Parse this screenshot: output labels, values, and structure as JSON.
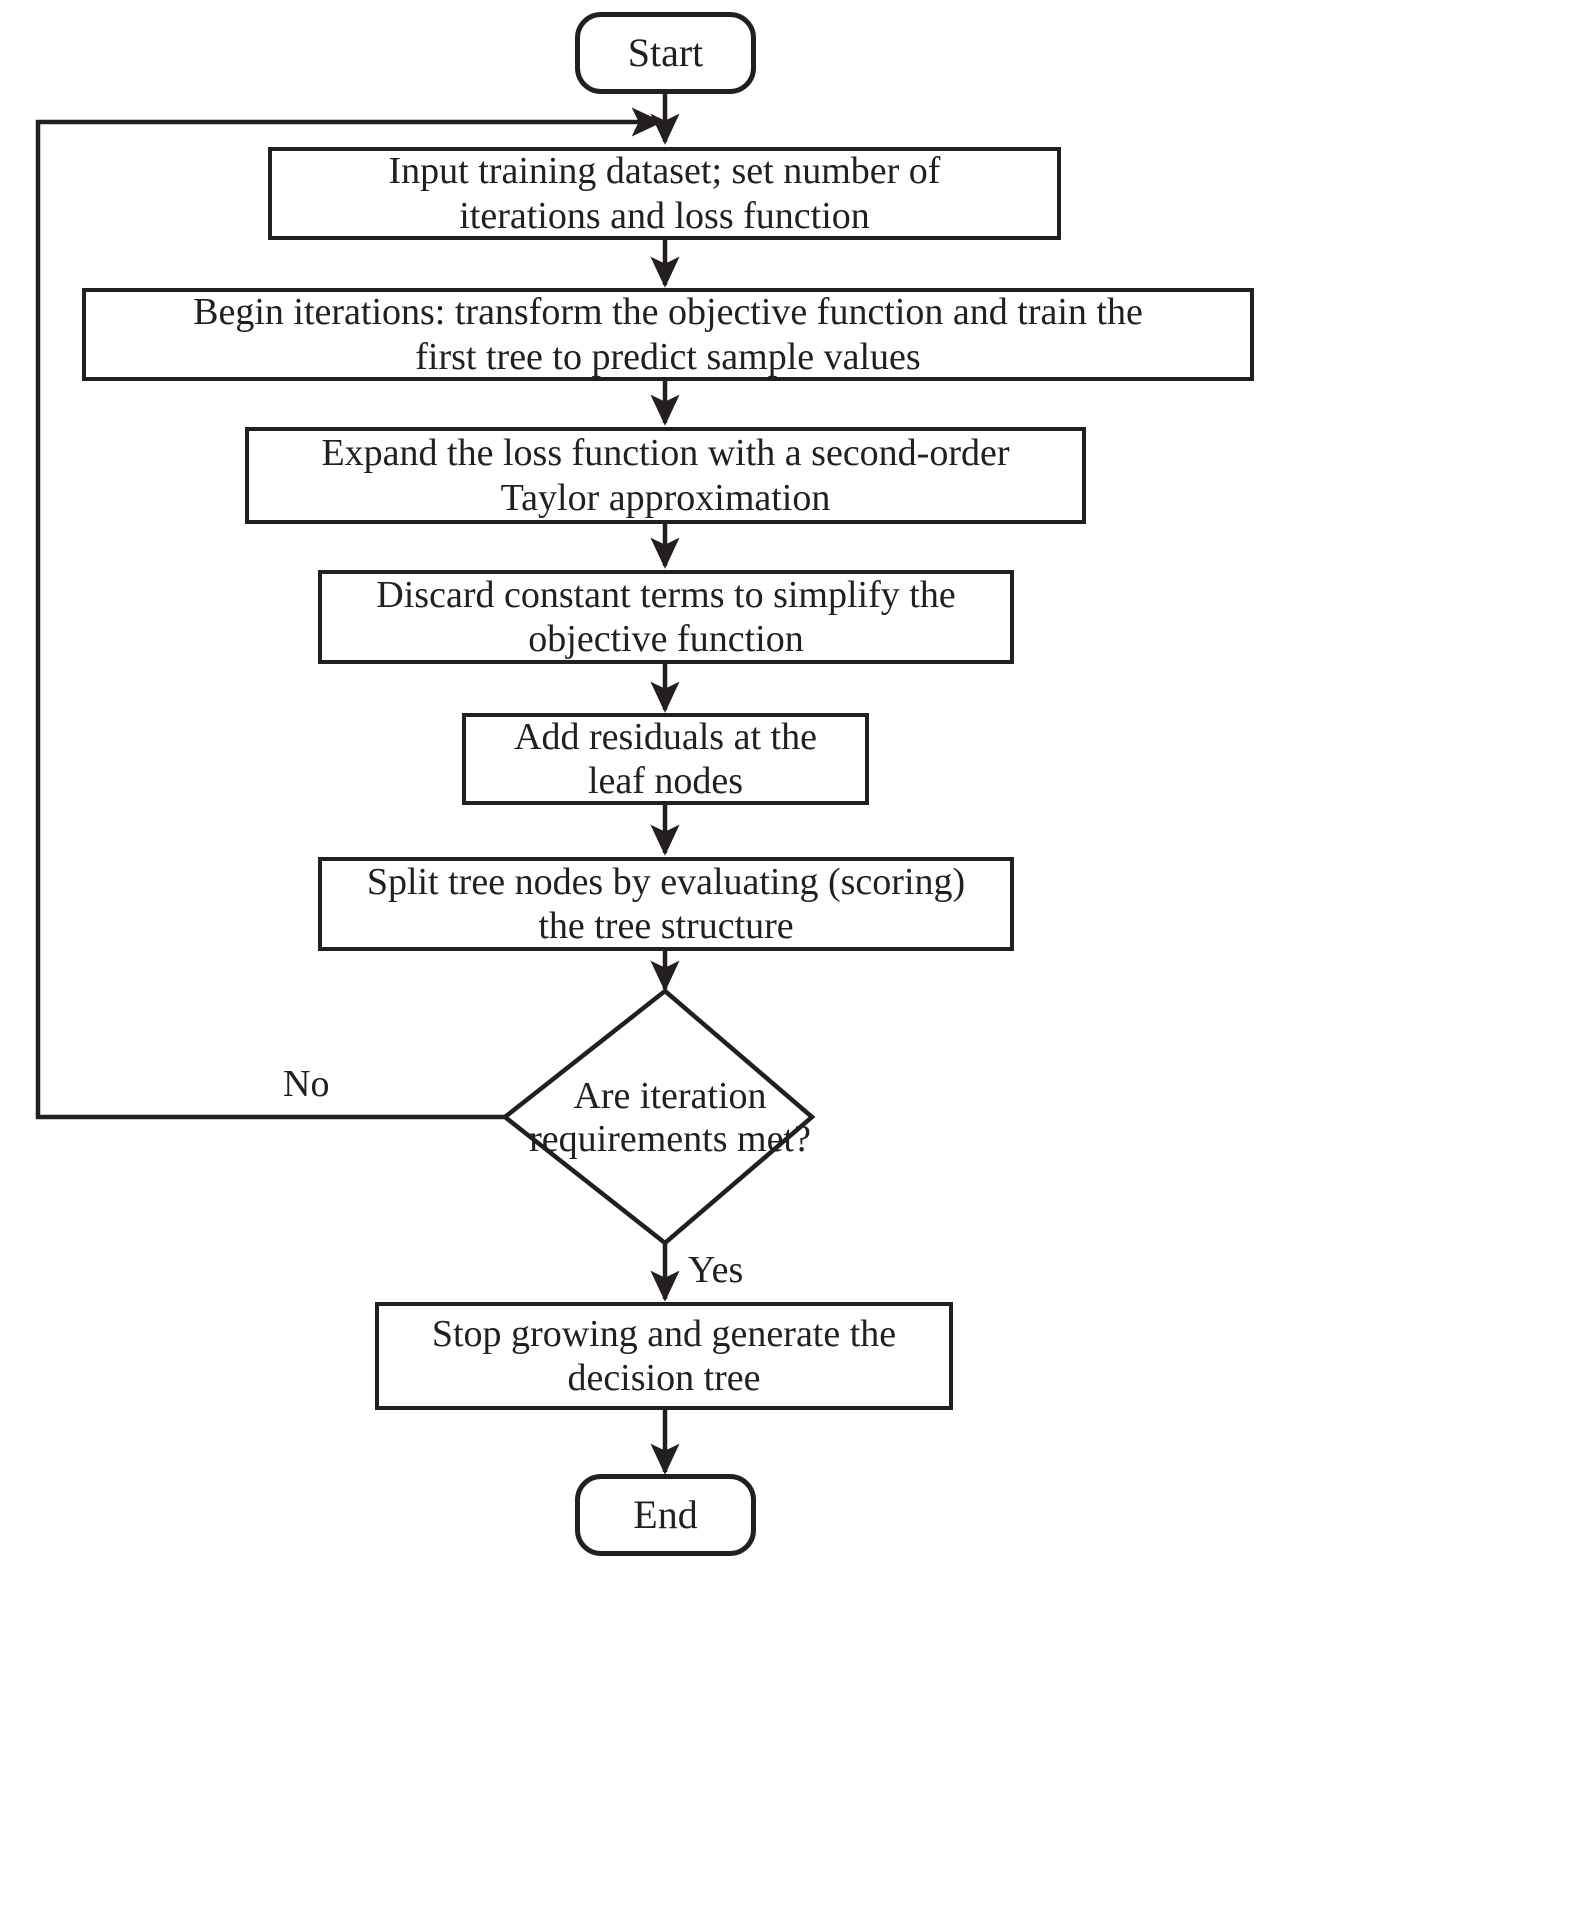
{
  "diagram": {
    "title": "XGBoost decision tree training flowchart",
    "type": "flowchart",
    "line_color": "#231f20",
    "fill_color": "#ffffff",
    "nodes": [
      {
        "id": "start",
        "shape": "terminator",
        "label": "Start"
      },
      {
        "id": "input",
        "shape": "process",
        "label": "Input training dataset; set number of\niterations and loss function",
        "line1": "Input training dataset; set number of",
        "line2": "iterations and loss function"
      },
      {
        "id": "begin",
        "shape": "process",
        "label": "Begin iterations: transform the objective function and train the\nfirst tree to predict sample values",
        "line1": "Begin iterations: transform the objective function and train the",
        "line2": "first tree to predict sample values"
      },
      {
        "id": "expand",
        "shape": "process",
        "label": "Expand the loss function with a second-order\nTaylor approximation",
        "line1": "Expand the loss function with a second-order",
        "line2": "Taylor approximation"
      },
      {
        "id": "discard",
        "shape": "process",
        "label": "Discard constant terms to simplify the\nobjective function",
        "line1": "Discard constant terms to simplify the",
        "line2": "objective function"
      },
      {
        "id": "residual",
        "shape": "process",
        "label": "Add residuals at the\nleaf nodes",
        "line1": "Add residuals at the",
        "line2": "leaf nodes"
      },
      {
        "id": "split",
        "shape": "process",
        "label": "Split tree nodes by evaluating (scoring)\nthe tree structure",
        "line1": "Split tree nodes by evaluating (scoring)",
        "line2": "the tree structure"
      },
      {
        "id": "decision",
        "shape": "decision",
        "label": "Are iteration\nrequirements met?",
        "line1": "Are iteration",
        "line2": "requirements met?"
      },
      {
        "id": "stop",
        "shape": "process",
        "label": "Stop growing and generate the\ndecision tree",
        "line1": "Stop growing and generate the",
        "line2": "decision tree"
      },
      {
        "id": "end",
        "shape": "terminator",
        "label": "End"
      }
    ],
    "edge_labels": {
      "no": "No",
      "yes": "Yes"
    }
  }
}
